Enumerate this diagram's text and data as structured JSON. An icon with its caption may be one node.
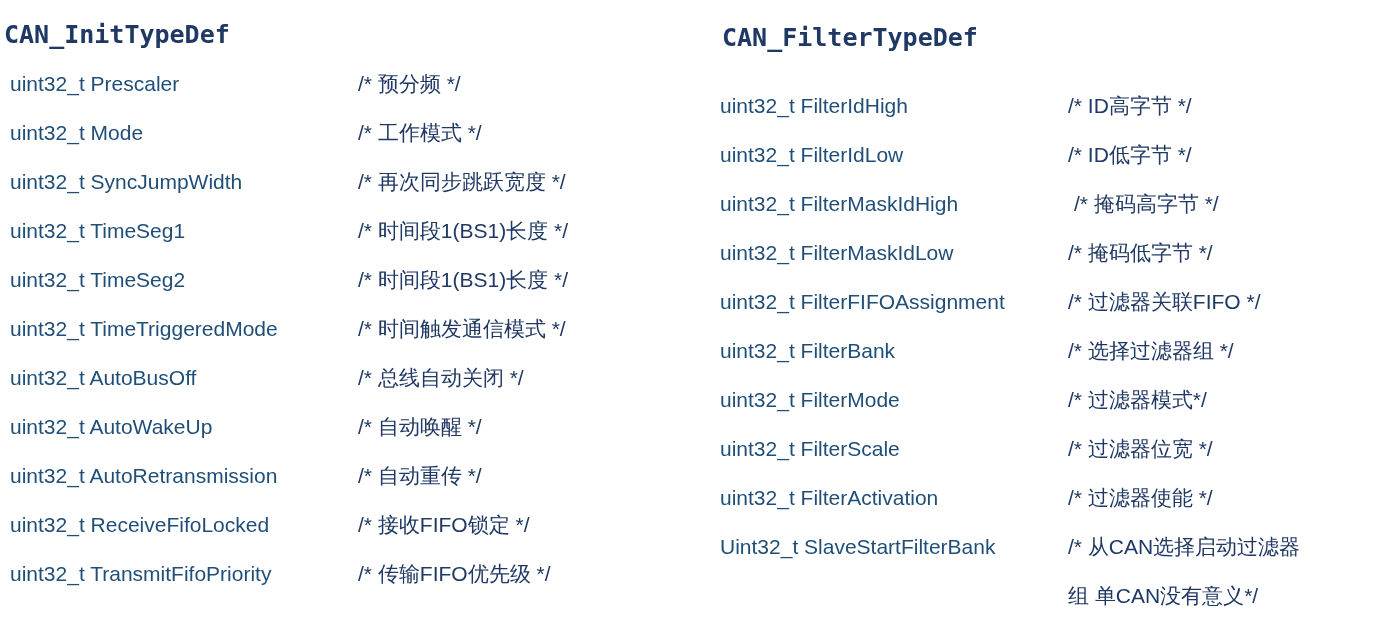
{
  "diagram": {
    "labels": [
      "CAN_InitTypeDef",
      "uint32_t Prescaler",
      "/* 预分频 */",
      "uint32_t Mode",
      "/* 工作模式 */",
      "uint32_t SyncJumpWidth",
      "/* 再次同步跳跃宽度 */",
      "uint32_t TimeSeg1",
      "/* 时间段1(BS1)长度 */",
      "uint32_t TimeSeg2",
      "/* 时间段1(BS1)长度 */",
      "uint32_t TimeTriggeredMode",
      "/* 时间触发通信模式 */",
      "uint32_t AutoBusOff",
      "/* 总线自动关闭 */",
      "uint32_t AutoWakeUp",
      "/* 自动唤醒 */",
      "uint32_t AutoRetransmission",
      "/* 自动重传 */",
      "uint32_t ReceiveFifoLocked",
      "/* 接收FIFO锁定 */",
      "uint32_t TransmitFifoPriority",
      "/*  传输FIFO优先级 */",
      "CAN_FilterTypeDef",
      "uint32_t FilterIdHigh",
      "/* ID高字节 */",
      "uint32_t FilterIdLow",
      "/* ID低字节 */",
      "uint32_t FilterMaskIdHigh",
      "/* 掩码高字节 */",
      "uint32_t FilterMaskIdLow",
      "/* 掩码低字节 */",
      "uint32_t FilterFIFOAssignment",
      "/* 过滤器关联FIFO */",
      "uint32_t FilterBank",
      "/* 选择过滤器组 */",
      "uint32_t FilterMode",
      "/* 过滤器模式*/",
      "uint32_t FilterScale",
      "/* 过滤器位宽 */",
      "uint32_t FilterActivation",
      "/* 过滤器使能 */",
      "Uint32_t SlaveStartFilterBank",
      "/* 从CAN选择启动过滤器组 单CAN没有意义*/"
    ]
  }
}
